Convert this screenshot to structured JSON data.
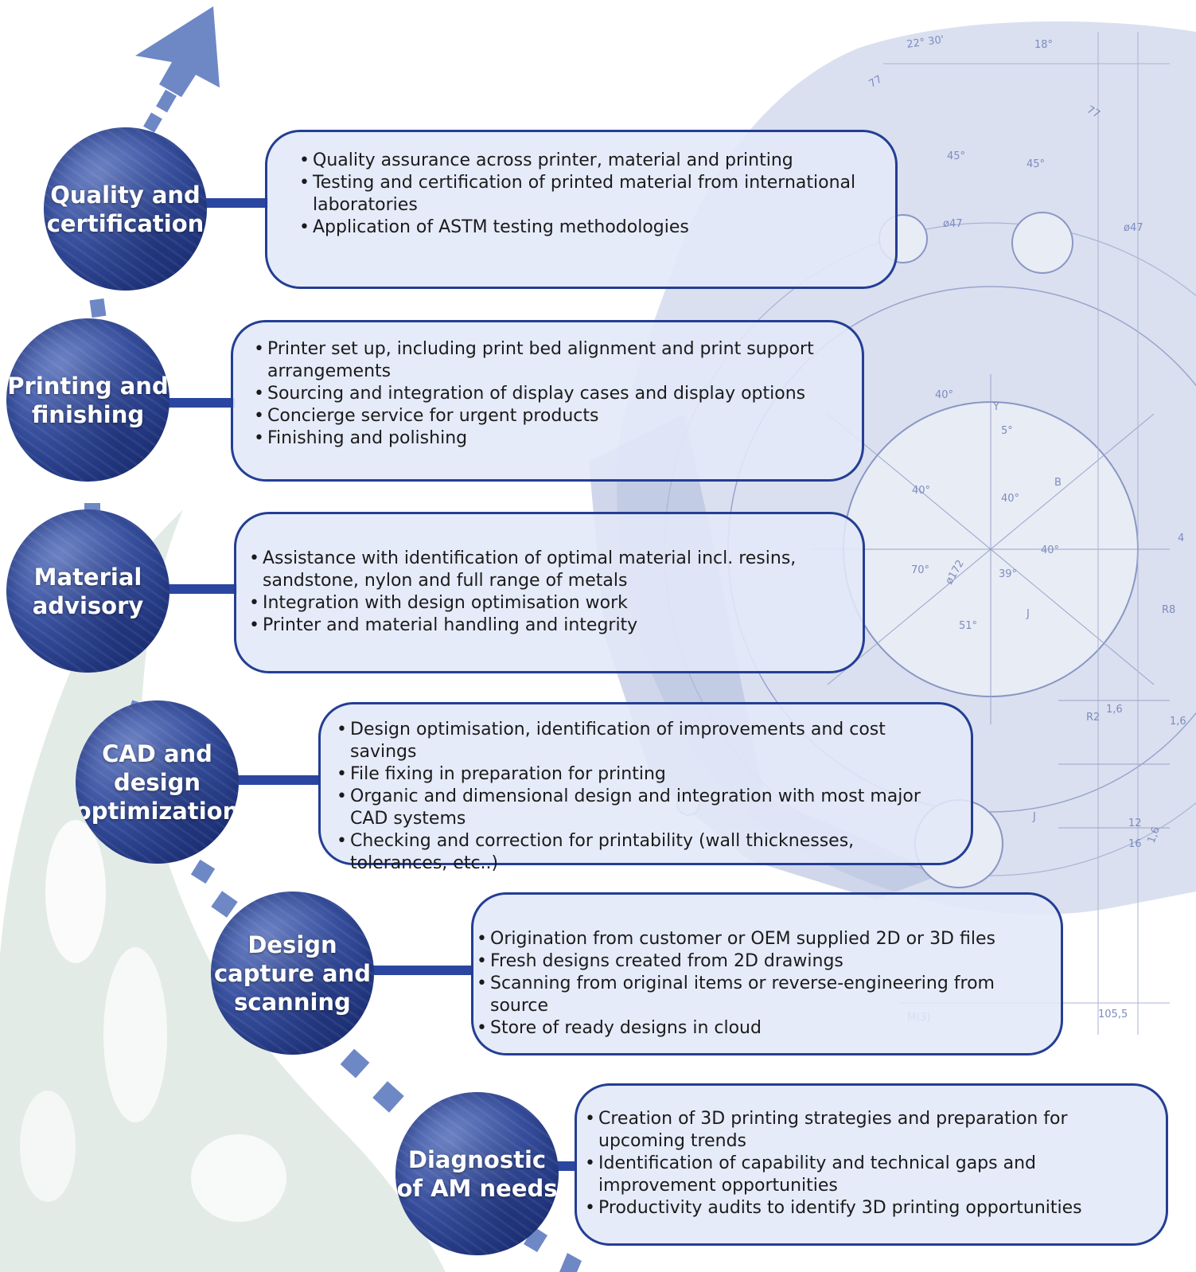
{
  "colors": {
    "arrow": "#6e88c6",
    "circle": "#3d56a6",
    "box_border": "#233e94",
    "box_fill": "#e2e8f8",
    "connector": "#2a46a0",
    "drawing_tint": "#c9d1ea"
  },
  "drawing_labels": [
    "22° 30'",
    "18°",
    "77",
    "77",
    "45°",
    "ø47",
    "ø47",
    "45°",
    "40°",
    "Y",
    "5°",
    "B",
    "40°",
    "40°",
    "70°",
    "ø172",
    "39°",
    "40°",
    "51°",
    "J",
    "R8",
    "4",
    "R2",
    "1,6",
    "1,6",
    "12",
    "16",
    "1,6",
    "J",
    "105,5",
    "M(3)"
  ],
  "steps": [
    {
      "id": "quality",
      "title": [
        "Quality and",
        "certification"
      ],
      "bullets": [
        "Quality assurance across printer, material and printing",
        "Testing and certification of printed material from international laboratories",
        "Application of ASTM testing methodologies"
      ]
    },
    {
      "id": "printing",
      "title": [
        "Printing and",
        "finishing"
      ],
      "bullets": [
        "Printer set up, including print bed alignment and print support arrangements",
        "Sourcing and integration of display cases and display options",
        "Concierge service for urgent products",
        "Finishing and polishing"
      ]
    },
    {
      "id": "material",
      "title": [
        "Material",
        "advisory"
      ],
      "bullets": [
        "Assistance with identification of optimal material incl. resins, sandstone, nylon and full range of metals",
        "Integration with design optimisation work",
        "Printer and material handling and integrity"
      ]
    },
    {
      "id": "cad",
      "title": [
        "CAD and",
        "design",
        "optimization"
      ],
      "bullets": [
        "Design optimisation, identification of improvements and cost savings",
        "File fixing in preparation for printing",
        "Organic and dimensional design and integration with most major CAD systems",
        "Checking and correction for printability (wall thicknesses, tolerances, etc..)"
      ]
    },
    {
      "id": "capture",
      "title": [
        "Design",
        "capture and",
        "scanning"
      ],
      "bullets": [
        "Origination from customer or OEM supplied 2D or 3D files",
        "Fresh designs created from 2D drawings",
        "Scanning from original items or reverse-engineering from source",
        "Store of ready designs in cloud"
      ]
    },
    {
      "id": "diagnostic",
      "title": [
        "Diagnostic",
        "of AM needs"
      ],
      "bullets": [
        "Creation of 3D printing strategies and preparation for upcoming trends",
        "Identification of capability and technical gaps and improvement opportunities",
        "Productivity audits to identify 3D printing opportunities"
      ]
    }
  ]
}
